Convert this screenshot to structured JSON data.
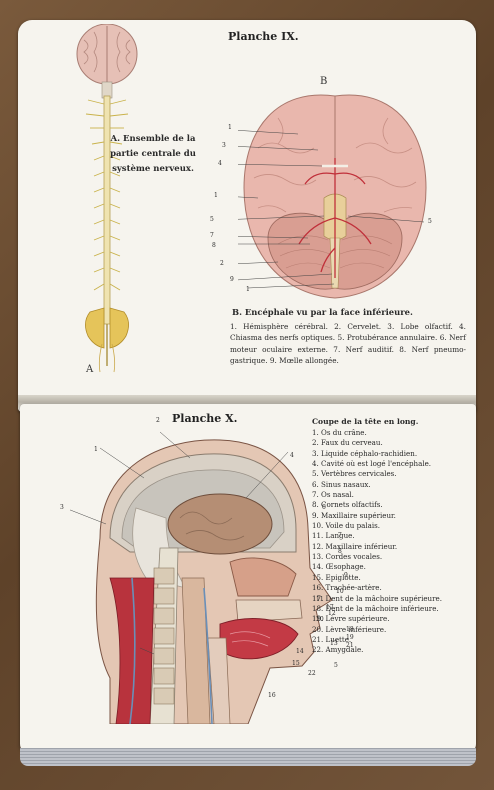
{
  "plate_top": {
    "title": "Planche IX.",
    "figure_a_letter": "A",
    "figure_b_letter": "B",
    "caption_a": "A. Ensemble de la partie centrale du système nerveux.",
    "caption_b_title": "B. Encéphale vu par la face inférieure.",
    "caption_b_body": "1. Hémisphère cérébral. 2. Cervelet. 3. Lobe olfactif. 4. Chiasma des nerfs optiques. 5. Protubérance annulaire. 6. Nerf moteur oculaire externe. 7. Nerf auditif. 8. Nerf pneumo-gastrique. 9. Mœlle allongée.",
    "brain_labels": [
      "1",
      "3",
      "4",
      "1",
      "5",
      "7",
      "8",
      "2",
      "9",
      "1",
      "5"
    ]
  },
  "plate_bottom": {
    "title": "Planche X.",
    "legend_title": "Coupe de la tête en long.",
    "legend": [
      "1. Os du crâne.",
      "2. Faux du cerveau.",
      "3. Liquide céphalo-rachidien.",
      "4. Cavité où est logé l'encéphale.",
      "5. Vertèbres cervicales.",
      "6. Sinus nasaux.",
      "7. Os nasal.",
      "8. Cornets olfactifs.",
      "9. Maxillaire supérieur.",
      "10. Voile du palais.",
      "11. Langue.",
      "12. Maxillaire inférieur.",
      "13. Cordes vocales.",
      "14. Œsophage.",
      "15. Epiglotte.",
      "16. Trachée-artère.",
      "17. Dent de la mâchoire supérieure.",
      "18. Dent de la mâchoire inférieure.",
      "19. Lèvre supérieure.",
      "20. Lèvre inférieure.",
      "21. Luette.",
      "22. Amygdale."
    ],
    "head_labels": [
      "2",
      "1",
      "3",
      "4",
      "6",
      "7",
      "8",
      "9",
      "10",
      "11",
      "12",
      "13",
      "14",
      "15",
      "16",
      "17",
      "18",
      "19",
      "20",
      "21",
      "22",
      "5"
    ]
  },
  "colors": {
    "paper": "#f6f4ee",
    "brain_pink": "#e9b7ad",
    "nerve_yellow": "#e8d46a",
    "muscle_red": "#c2404a",
    "brain_gray": "#c9c0b5"
  }
}
